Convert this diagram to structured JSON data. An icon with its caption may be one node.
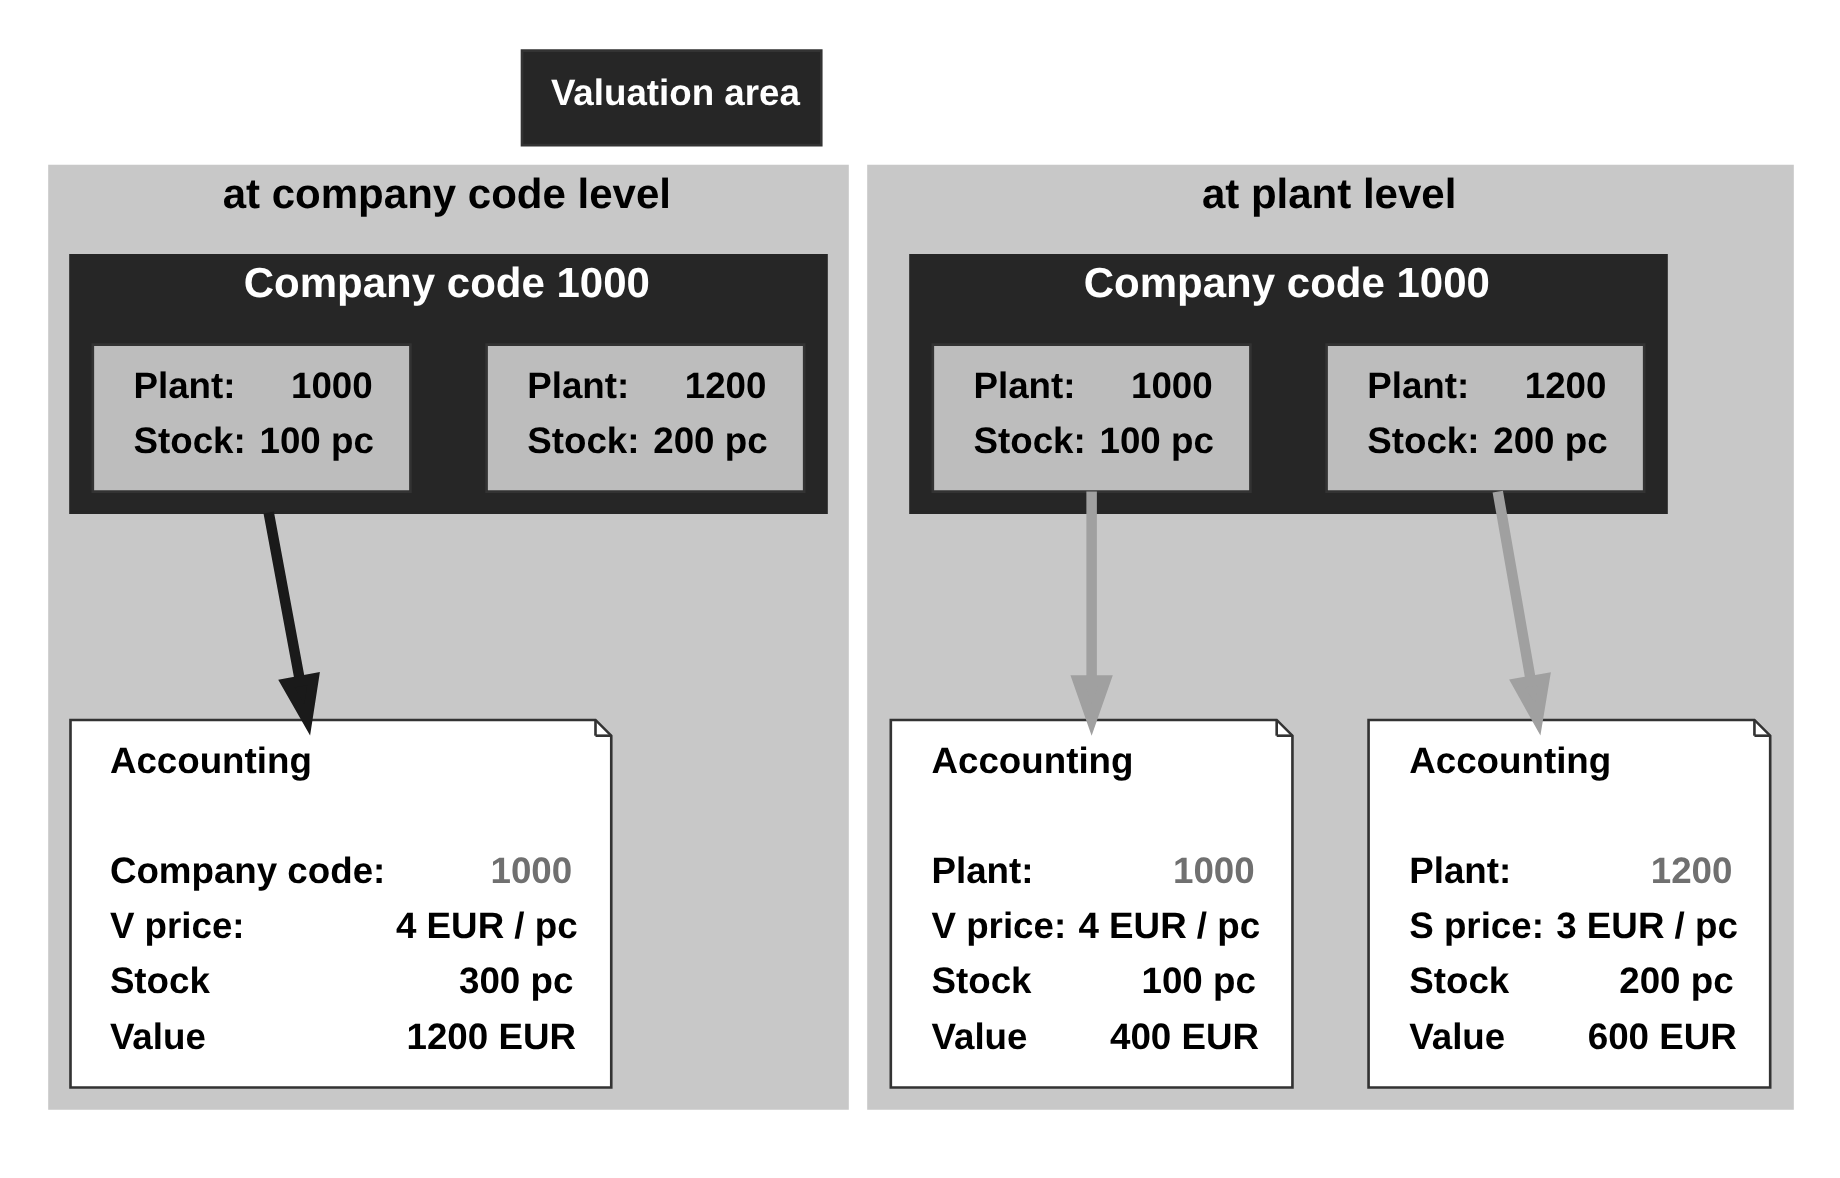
{
  "diagram": {
    "nodes": [
      {
        "text": [
          "Valuation area"
        ]
      },
      {
        "text": [
          "at company code level"
        ]
      },
      {
        "text": [
          "Company code 1000"
        ],
        "in": 1
      },
      {
        "text": [
          "Plant:",
          "1000",
          "Stock:",
          "100 pc"
        ],
        "in": 2
      },
      {
        "text": [
          "Plant:",
          "1200",
          "Stock:",
          "200 pc"
        ],
        "in": 2
      },
      {
        "text": [
          "Accounting",
          "Company code:",
          "1000",
          "V price:",
          "4 EUR / pc",
          "Stock",
          "300 pc",
          "Value",
          "1200 EUR"
        ],
        "in": 1
      },
      {
        "text": [
          "at plant level"
        ]
      },
      {
        "text": [
          "Company code 1000"
        ],
        "in": 6
      },
      {
        "text": [
          "Plant:",
          "1000",
          "Stock:",
          "100 pc"
        ],
        "in": 7
      },
      {
        "text": [
          "Plant:",
          "1200",
          "Stock:",
          "200 pc"
        ],
        "in": 7
      },
      {
        "text": [
          "Accounting",
          "Plant:",
          "1200",
          "S price:",
          "3 EUR / pc",
          "Stock",
          "200 pc",
          "Value",
          "600 EUR"
        ],
        "in": 6
      },
      {
        "text": [
          "Accounting",
          "Plant:",
          "1000",
          "V price:",
          "4 EUR / pc",
          "Stock",
          "100 pc",
          "Value",
          "400 EUR"
        ],
        "in": 6
      }
    ],
    "edges": [
      {
        "from": 2,
        "to": 5,
        "arrow": "to",
        "color": "#1a1a1a"
      },
      {
        "from": 9,
        "to": 10,
        "arrow": "to"
      },
      {
        "from": 8,
        "to": 11,
        "arrow": "to"
      }
    ]
  }
}
